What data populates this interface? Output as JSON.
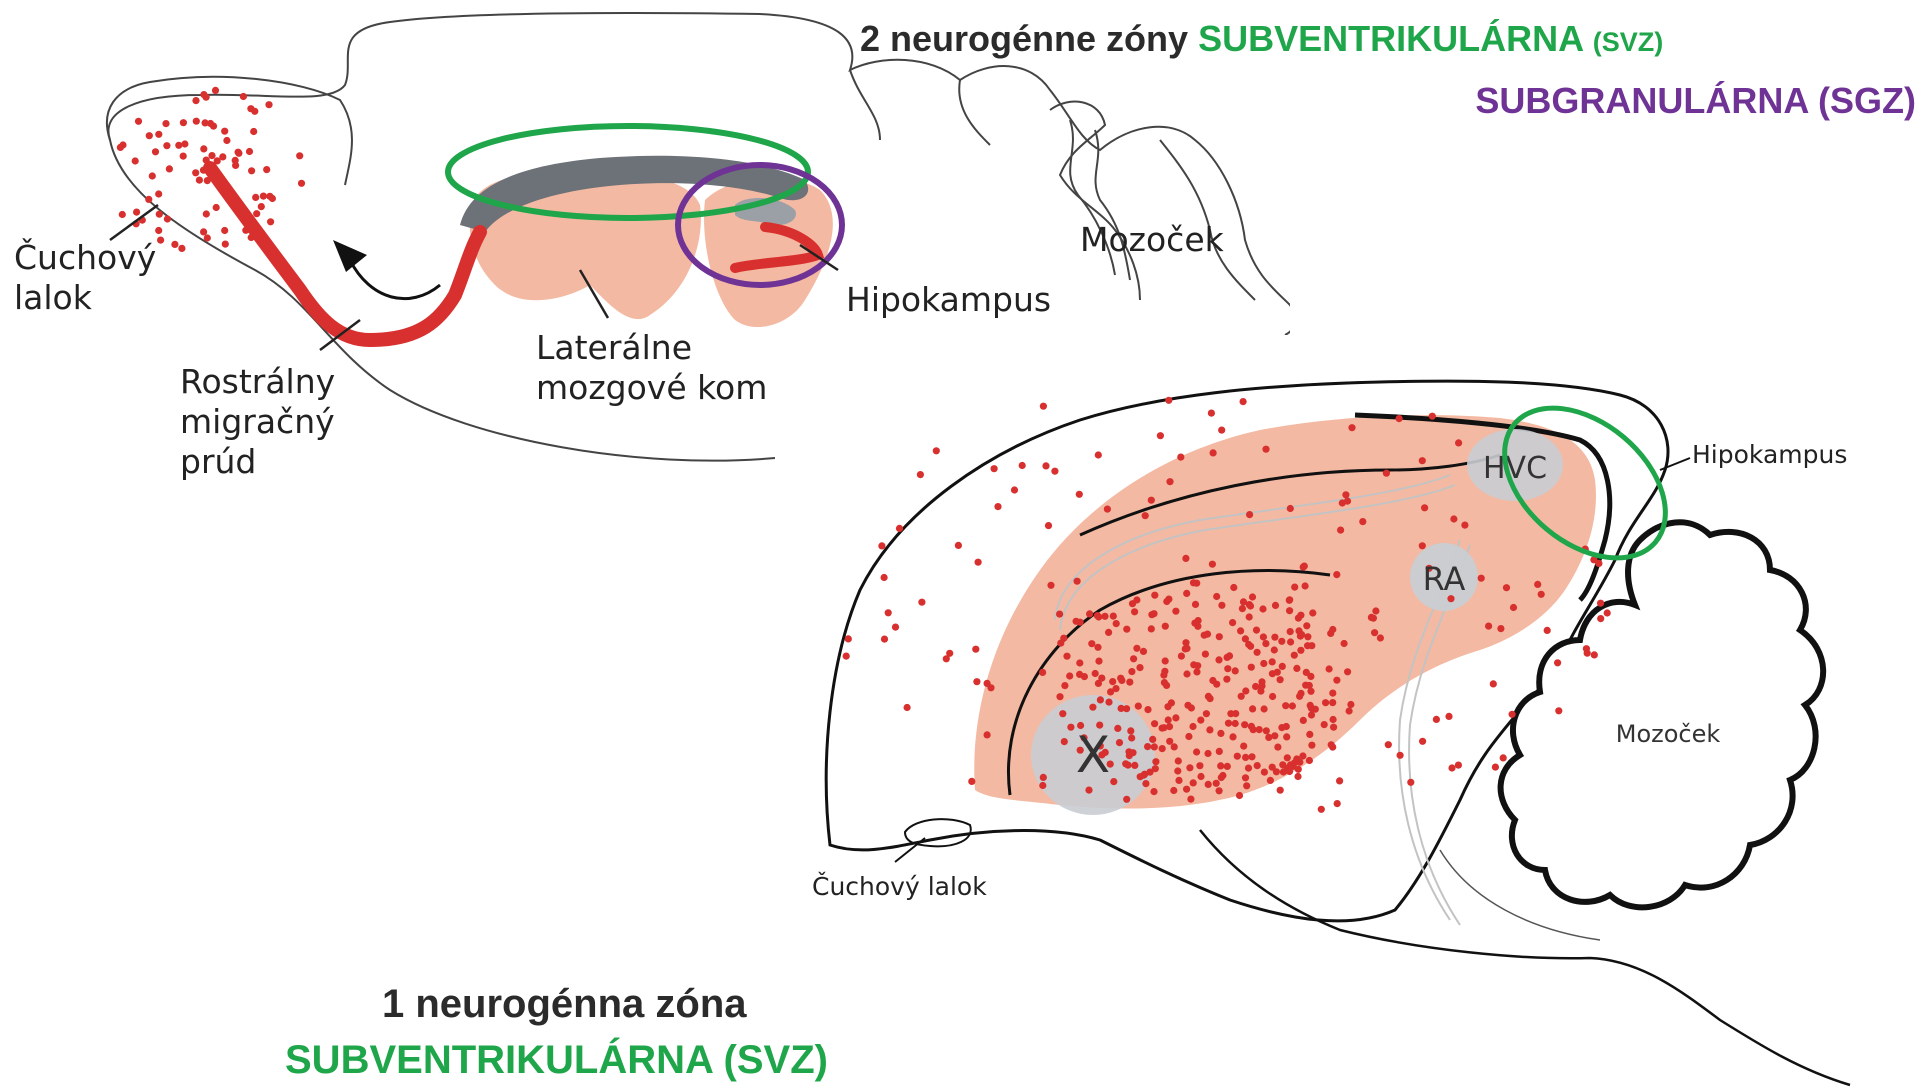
{
  "colors": {
    "svz_green": "#1fa64a",
    "sgz_purple": "#6f3396",
    "tissue_salmon": "#f4b9a2",
    "migration_red": "#d8302e",
    "ventricle_gray": "#6d7278",
    "nucleus_gray": "#c9cdd3",
    "outline_black": "#1a1a1a"
  },
  "top_header": {
    "line1_prefix": "2 neurogénne zóny",
    "svz_name": "SUBVENTRIKULÁRNA",
    "svz_abbr": "(SVZ)",
    "sgz_name": "SUBGRANULÁRNA",
    "sgz_abbr": "(SGZ)"
  },
  "mammal_brain": {
    "olfactory_bulb_line1": "Čuchový",
    "olfactory_bulb_line2": "lalok",
    "rms_line1": "Rostrálny",
    "rms_line2": "migračný",
    "rms_line3": "prúd",
    "ventricles_line1": "Laterálne",
    "ventricles_line2": "mozgové kom",
    "hippocampus": "Hipokampus",
    "cerebellum": "Mozoček"
  },
  "bird_brain": {
    "hvc": "HVC",
    "ra": "RA",
    "area_x": "X",
    "hippocampus": "Hipokampus",
    "cerebellum": "Mozoček",
    "olfactory_bulb": "Čuchový lalok"
  },
  "bottom_header": {
    "line1": "1 neurogénna zóna",
    "line2": "SUBVENTRIKULÁRNA (SVZ)"
  },
  "icons": [
    "migration-direction-arrow",
    "svz-highlight-ellipse",
    "sgz-highlight-ellipse"
  ]
}
